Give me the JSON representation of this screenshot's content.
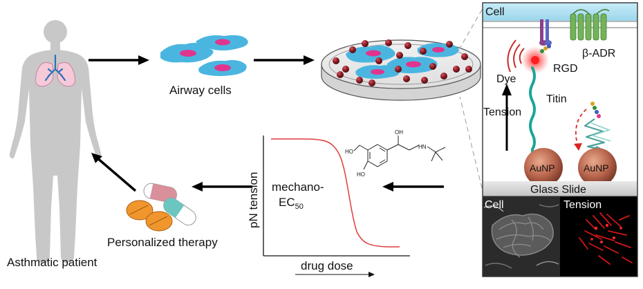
{
  "labels": {
    "patient": "Asthmatic patient",
    "airway_cells": "Airway cells",
    "therapy": "Personalized therapy",
    "ylabel": "pN tension",
    "mechano_line1": "mechano-",
    "ec_main": "EC",
    "ec_sub": "50",
    "xlabel": "drug dose"
  },
  "drug_structure": {
    "atoms": [
      "OH",
      "HO",
      "HO",
      "HN"
    ]
  },
  "inset": {
    "cell_top": "Cell",
    "beta_adr": "β-ADR",
    "rgd": "RGD",
    "dye": "Dye",
    "tension": "Tension",
    "titin": "Titin",
    "aunp_left": "AuNP",
    "aunp_right": "AuNP",
    "glass_slide": "Glass Slide",
    "micro_cell": "Cell",
    "micro_tension": "Tension"
  },
  "colors": {
    "body": "#c8c8c8",
    "cell": "#4ab6e0",
    "nucleus": "#e0358f",
    "bead": "#8b1a24",
    "curve": "#e03a3a",
    "aunp": "#b66a55",
    "membrane": "#a9dff2",
    "receptor": "#73b35a",
    "titin": "#1aa59a"
  }
}
